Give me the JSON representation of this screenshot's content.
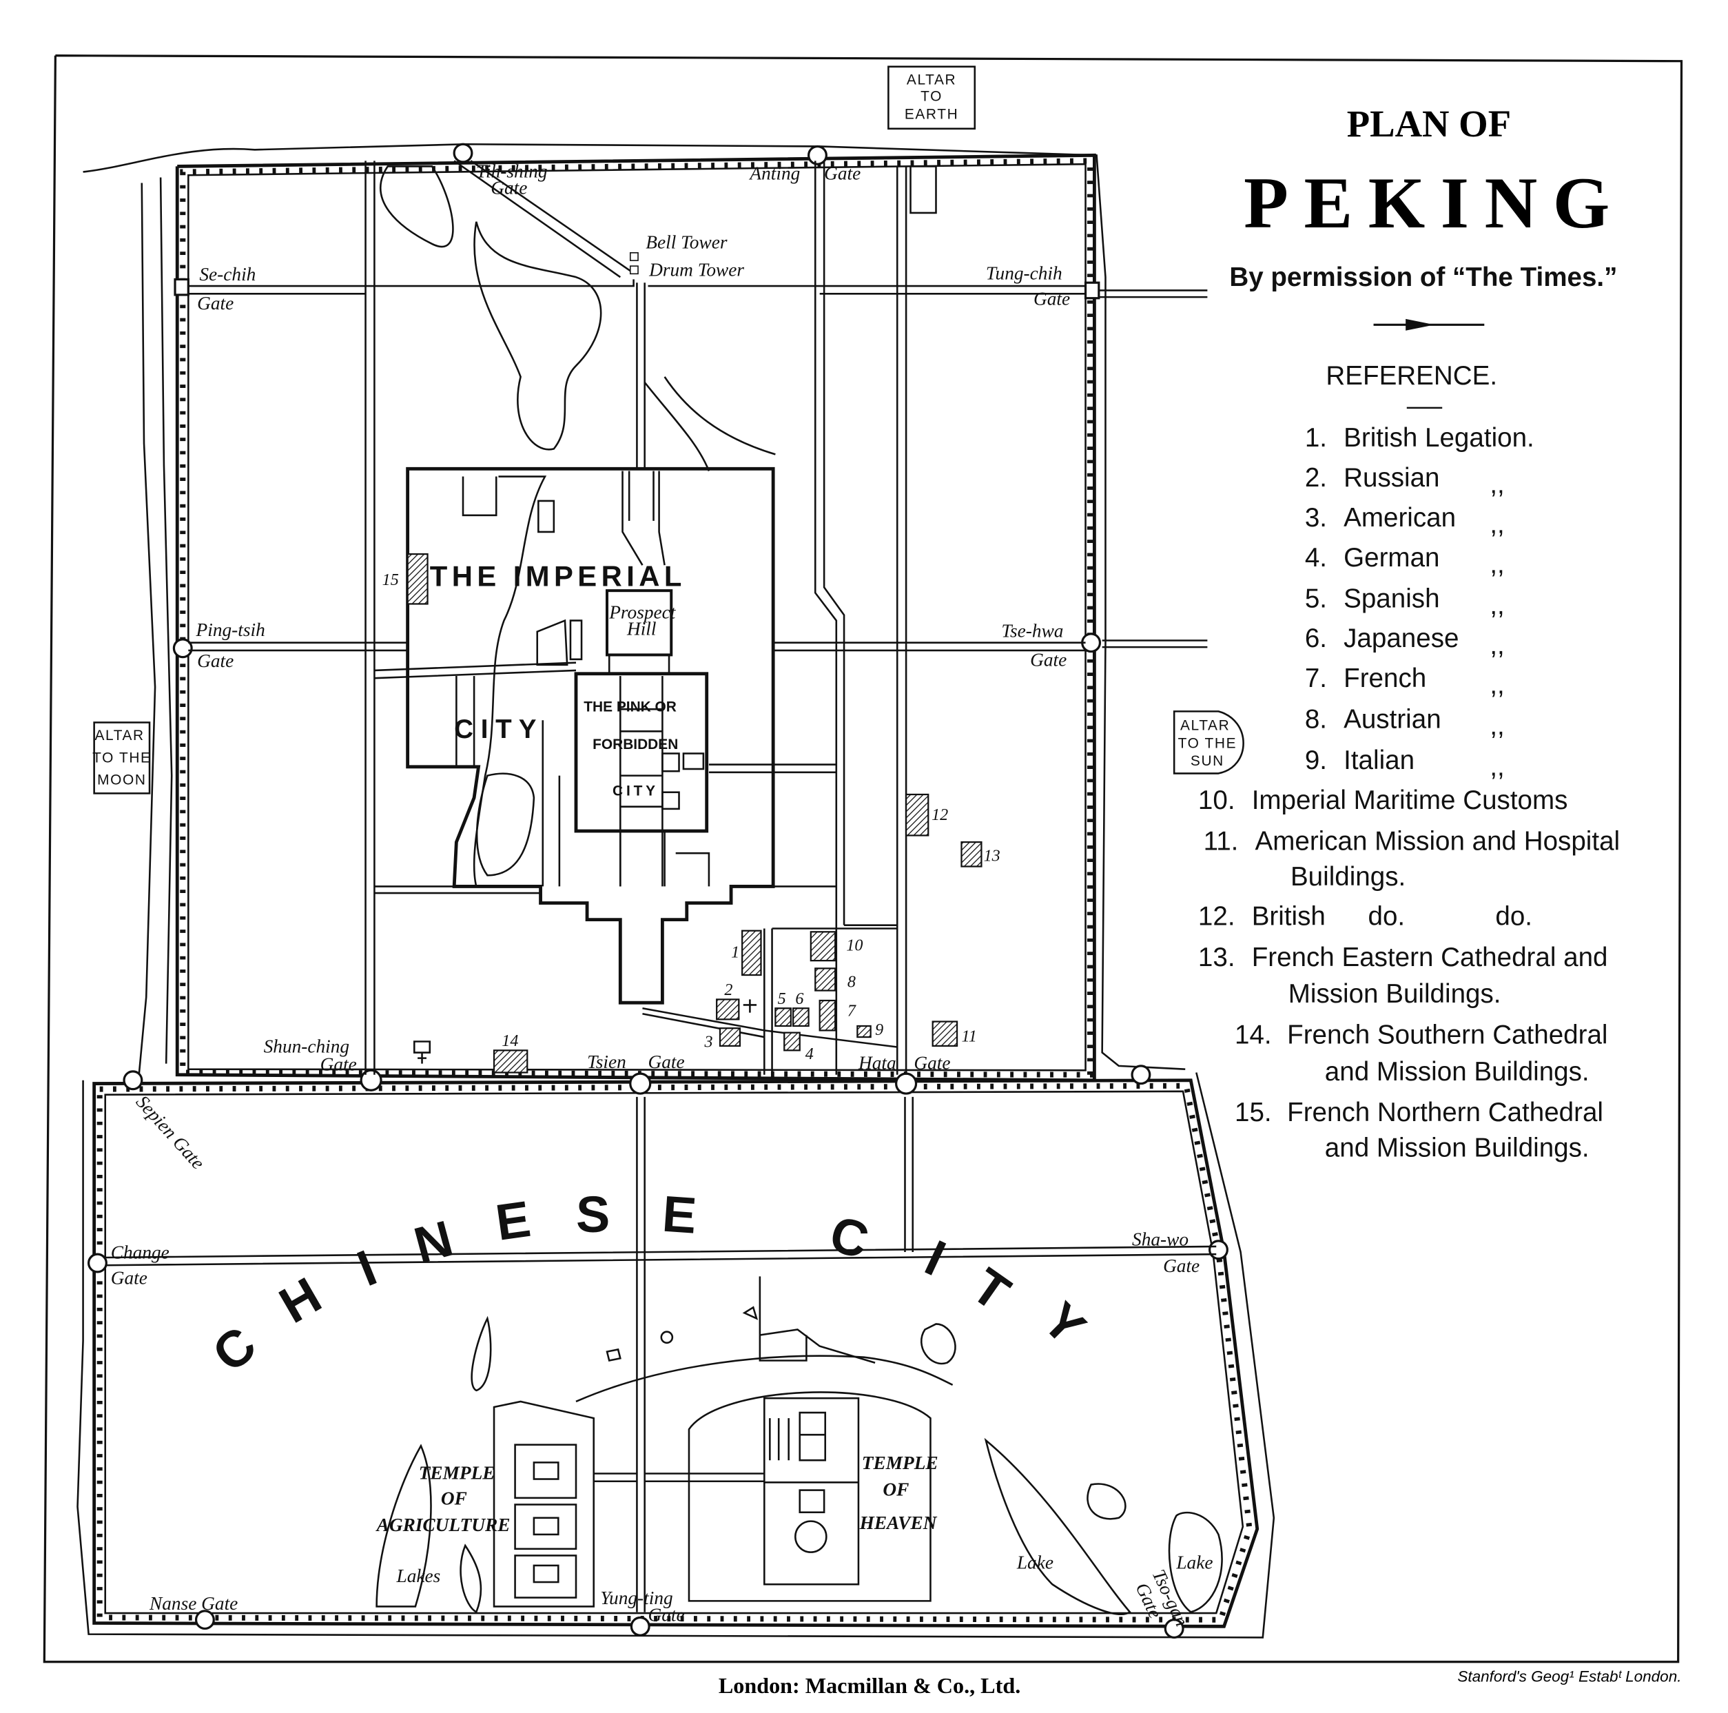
{
  "title": {
    "line1": "PLAN OF",
    "line2": "PEKING",
    "permission": "By permission of “The Times.”"
  },
  "reference": {
    "heading": "REFERENCE.",
    "ditto": ",,",
    "items": [
      {
        "num": "1.",
        "lines": [
          "British Legation."
        ]
      },
      {
        "num": "2.",
        "lines": [
          "Russian"
        ]
      },
      {
        "num": "3.",
        "lines": [
          "American"
        ]
      },
      {
        "num": "4.",
        "lines": [
          "German"
        ]
      },
      {
        "num": "5.",
        "lines": [
          "Spanish"
        ]
      },
      {
        "num": "6.",
        "lines": [
          "Japanese"
        ]
      },
      {
        "num": "7.",
        "lines": [
          "French"
        ]
      },
      {
        "num": "8.",
        "lines": [
          "Austrian"
        ]
      },
      {
        "num": "9.",
        "lines": [
          "Italian"
        ]
      },
      {
        "num": "10.",
        "lines": [
          "Imperial Maritime Customs"
        ]
      },
      {
        "num": "11.",
        "lines": [
          "American Mission and Hospital",
          "Buildings."
        ]
      },
      {
        "num": "12.",
        "lines": [
          "British",
          "do.",
          "do."
        ]
      },
      {
        "num": "13.",
        "lines": [
          "French Eastern Cathedral and",
          "Mission Buildings."
        ]
      },
      {
        "num": "14.",
        "lines": [
          "French Southern Cathedral",
          "and Mission Buildings."
        ]
      },
      {
        "num": "15.",
        "lines": [
          "French Northern Cathedral",
          "and Mission Buildings."
        ]
      }
    ]
  },
  "altars": {
    "earth": [
      "ALTAR",
      "TO",
      "EARTH"
    ],
    "moon": [
      "ALTAR",
      "TO THE",
      "MOON"
    ],
    "sun": [
      "ALTAR",
      "TO THE",
      "SUN"
    ]
  },
  "gates": {
    "tih_shing": [
      "Tih-shing",
      "Gate"
    ],
    "anting": [
      "Anting",
      "Gate"
    ],
    "se_chih": [
      "Se-chih",
      "Gate"
    ],
    "tung_chih": [
      "Tung-chih",
      "Gate"
    ],
    "ping_tsih": [
      "Ping-tsih",
      "Gate"
    ],
    "tse_hwa": [
      "Tse-hwa",
      "Gate"
    ],
    "shun_ching": [
      "Shun-ching",
      "Gate"
    ],
    "tsien": [
      "Tsien",
      "Gate"
    ],
    "hata": [
      "Hata",
      "Gate"
    ],
    "sepien": "Sepien Gate",
    "change": [
      "Change",
      "Gate"
    ],
    "sha_wo": [
      "Sha-wo",
      "Gate"
    ],
    "nanse": "Nanse Gate",
    "yung_ting": [
      "Yung-ting",
      "Gate"
    ],
    "tso_gan": [
      "Tso-gan",
      "Gate"
    ]
  },
  "places": {
    "bell_tower": "Bell Tower",
    "drum_tower": "Drum Tower",
    "imperial_title": "THE  IMPERIAL",
    "imperial_city": "C  I  T  Y",
    "prospect_hill": [
      "Prospect",
      "Hill"
    ],
    "forbidden": [
      "THE PINK OR",
      "FORBIDDEN",
      "CITY"
    ],
    "chinese_city_letters": [
      "C",
      "H",
      "I",
      "N",
      "E",
      "S",
      "E",
      "C",
      "I",
      "T",
      "Y"
    ],
    "temple_agriculture": [
      "TEMPLE",
      "OF",
      "AGRICULTURE"
    ],
    "temple_heaven": [
      "TEMPLE",
      "OF",
      "HEAVEN"
    ],
    "lakes": "Lakes",
    "lake": "Lake"
  },
  "building_numbers": [
    "1",
    "2",
    "3",
    "4",
    "5",
    "6",
    "7",
    "8",
    "9",
    "10",
    "11",
    "12",
    "13",
    "14",
    "15"
  ],
  "footer": {
    "publisher": "London: Macmillan & Co., Ltd.",
    "engraver": "Stanford's Geog¹ Estabᵗ London."
  }
}
